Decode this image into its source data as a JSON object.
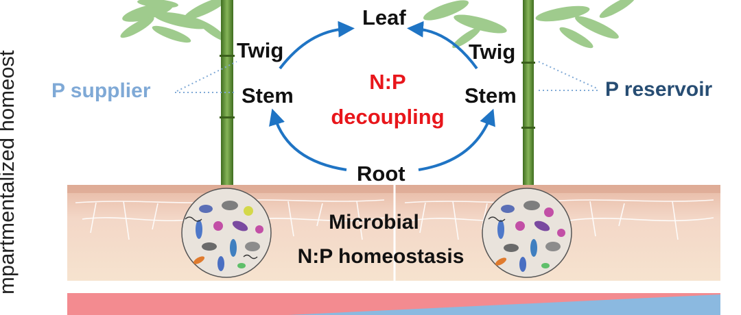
{
  "axis_title": "mpartmentalized homeost",
  "nodes": {
    "leaf": "Leaf",
    "twig_left": "Twig",
    "twig_right": "Twig",
    "stem_left": "Stem",
    "stem_right": "Stem",
    "root": "Root"
  },
  "center": {
    "line1": "N:P",
    "line2": "decoupling"
  },
  "sides": {
    "left": "P supplier",
    "right": "P reservoir"
  },
  "soil": {
    "line1": "Microbial",
    "line2": "N:P homeostasis"
  },
  "colors": {
    "arrow": "#1f74c4",
    "center_text": "#e8161b",
    "supplier_text": "#7fa9d6",
    "reservoir_text": "#274d73",
    "bamboo_stalk": "#5a8a2e",
    "foliage": "#8fc27a",
    "soil": "#efd4c2",
    "gradient_pink": "#f38b90",
    "gradient_blue": "#8bb9e0"
  },
  "icons": {
    "cycle": "curved-arrow-cycle",
    "microbe_community": "microbe-circle-icon"
  }
}
